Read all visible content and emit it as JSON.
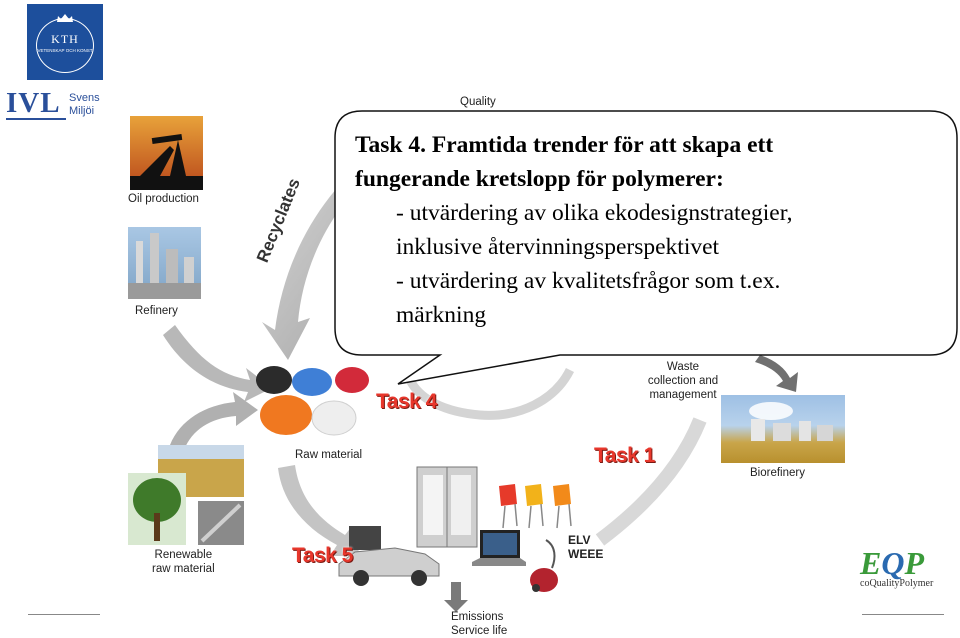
{
  "logos": {
    "kth_text": "KTH",
    "kth_subtext": "VETENSKAP OCH KONST",
    "ivl_text": "IVL",
    "ivl_side_line1": "Svens",
    "ivl_side_line2": "Miljöi",
    "eqp_text_e": "E",
    "eqp_text_q": "Q",
    "eqp_text_p": "P",
    "eqp_subtext": "coQualityPolymer"
  },
  "callout": {
    "title_line1": "Task 4. Framtida trender för att skapa ett",
    "title_line2": "fungerande kretslopp för polymerer:",
    "line3": "- utvärdering av olika ekodesignstrategier,",
    "line4": "inklusive återvinningsperspektivet",
    "line5": "- utvärdering av kvalitetsfrågor som t.ex.",
    "line6": "märkning"
  },
  "diagram": {
    "quality_label": "Quality",
    "recyclates_label": "Recyclates",
    "oil_production": "Oil production",
    "refinery": "Refinery",
    "raw_material": "Raw material",
    "renewable_line1": "Renewable",
    "renewable_line2": "raw material",
    "waste_line1": "Waste",
    "waste_line2": "collection and",
    "waste_line3": "management",
    "biorefinery": "Biorefinery",
    "elv": "ELV",
    "weee": "WEEE",
    "emissions": "Emissions",
    "service_life": "Service life",
    "task1": "Task 1",
    "task4": "Task 4",
    "task5": "Task 5"
  }
}
